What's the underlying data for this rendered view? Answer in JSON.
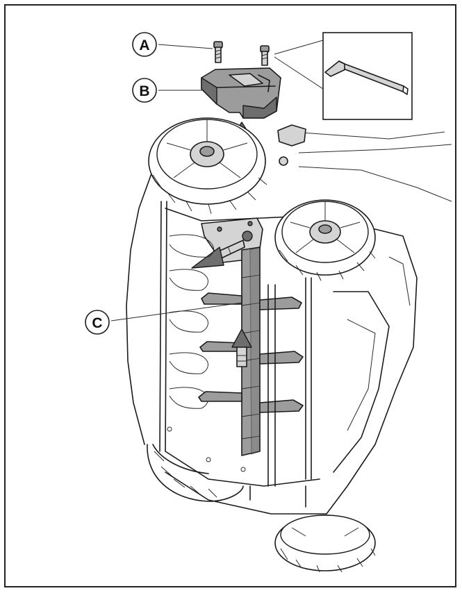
{
  "labels": {
    "a": "A",
    "b": "B",
    "c": "C"
  },
  "colors": {
    "line": "#1a1a1a",
    "part_fill": "#9c9c9c",
    "shade_dark": "#6e6e6e",
    "shade_light": "#d4d4d4"
  }
}
